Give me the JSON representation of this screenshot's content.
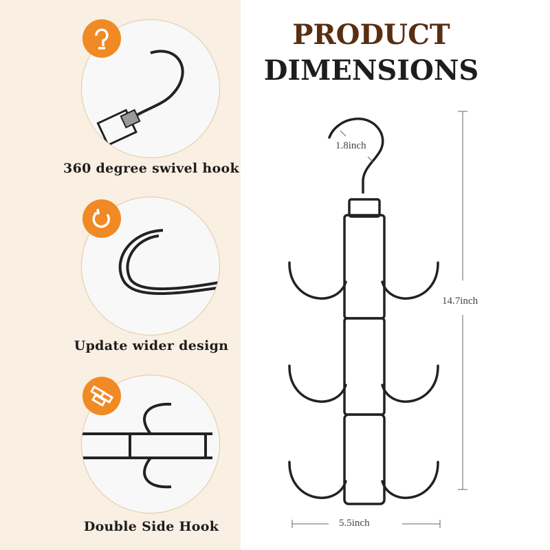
{
  "features": [
    {
      "icon": "swivel-hook-icon",
      "caption": "360 degree swivel hook"
    },
    {
      "icon": "rotate-icon",
      "caption": "Update wider design"
    },
    {
      "icon": "bundle-icon",
      "caption": "Double Side Hook"
    }
  ],
  "title": {
    "line1": "PRODUCT",
    "line2": "DIMENSIONS"
  },
  "dimensions": {
    "hook": "1.8inch",
    "height": "14.7inch",
    "width": "5.5inch"
  },
  "colors": {
    "accent": "#f08a24",
    "title_line1": "#5a2e12",
    "title_line2": "#1d1d1d",
    "panel": "#f9efe2"
  }
}
